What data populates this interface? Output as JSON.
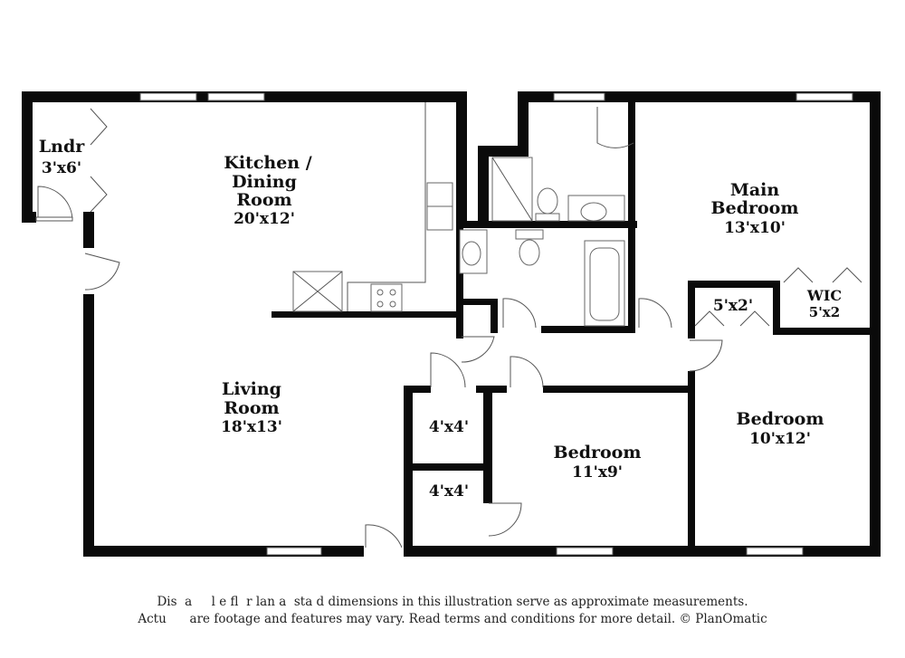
{
  "rooms": {
    "laundry": {
      "name": "Lndr",
      "dims": "3'x6'"
    },
    "kitchen": {
      "name_line1": "Kitchen /",
      "name_line2": "Dining",
      "name_line3": "Room",
      "dims": "20'x12'"
    },
    "living": {
      "name_line1": "Living",
      "name_line2": "Room",
      "dims": "18'x13'"
    },
    "main_bed": {
      "name_line1": "Main",
      "name_line2": "Bedroom",
      "dims": "13'x10'"
    },
    "wic": {
      "name": "WIC",
      "dims": "5'x2"
    },
    "closet_hall": {
      "dims": "5'x2'"
    },
    "bedroom_right": {
      "name": "Bedroom",
      "dims": "10'x12'"
    },
    "bedroom_mid": {
      "name": "Bedroom",
      "dims": "11'x9'"
    },
    "closet_a": {
      "dims": "4'x4'"
    },
    "closet_b": {
      "dims": "4'x4'"
    }
  },
  "disclaimer": {
    "line1": "Dis  a     l e fl  r lan a  sta d dimensions in this illustration serve as approximate measurements.",
    "line2": "Actu      are footage and features may vary. Read terms and conditions for more detail. © PlanOmatic"
  }
}
